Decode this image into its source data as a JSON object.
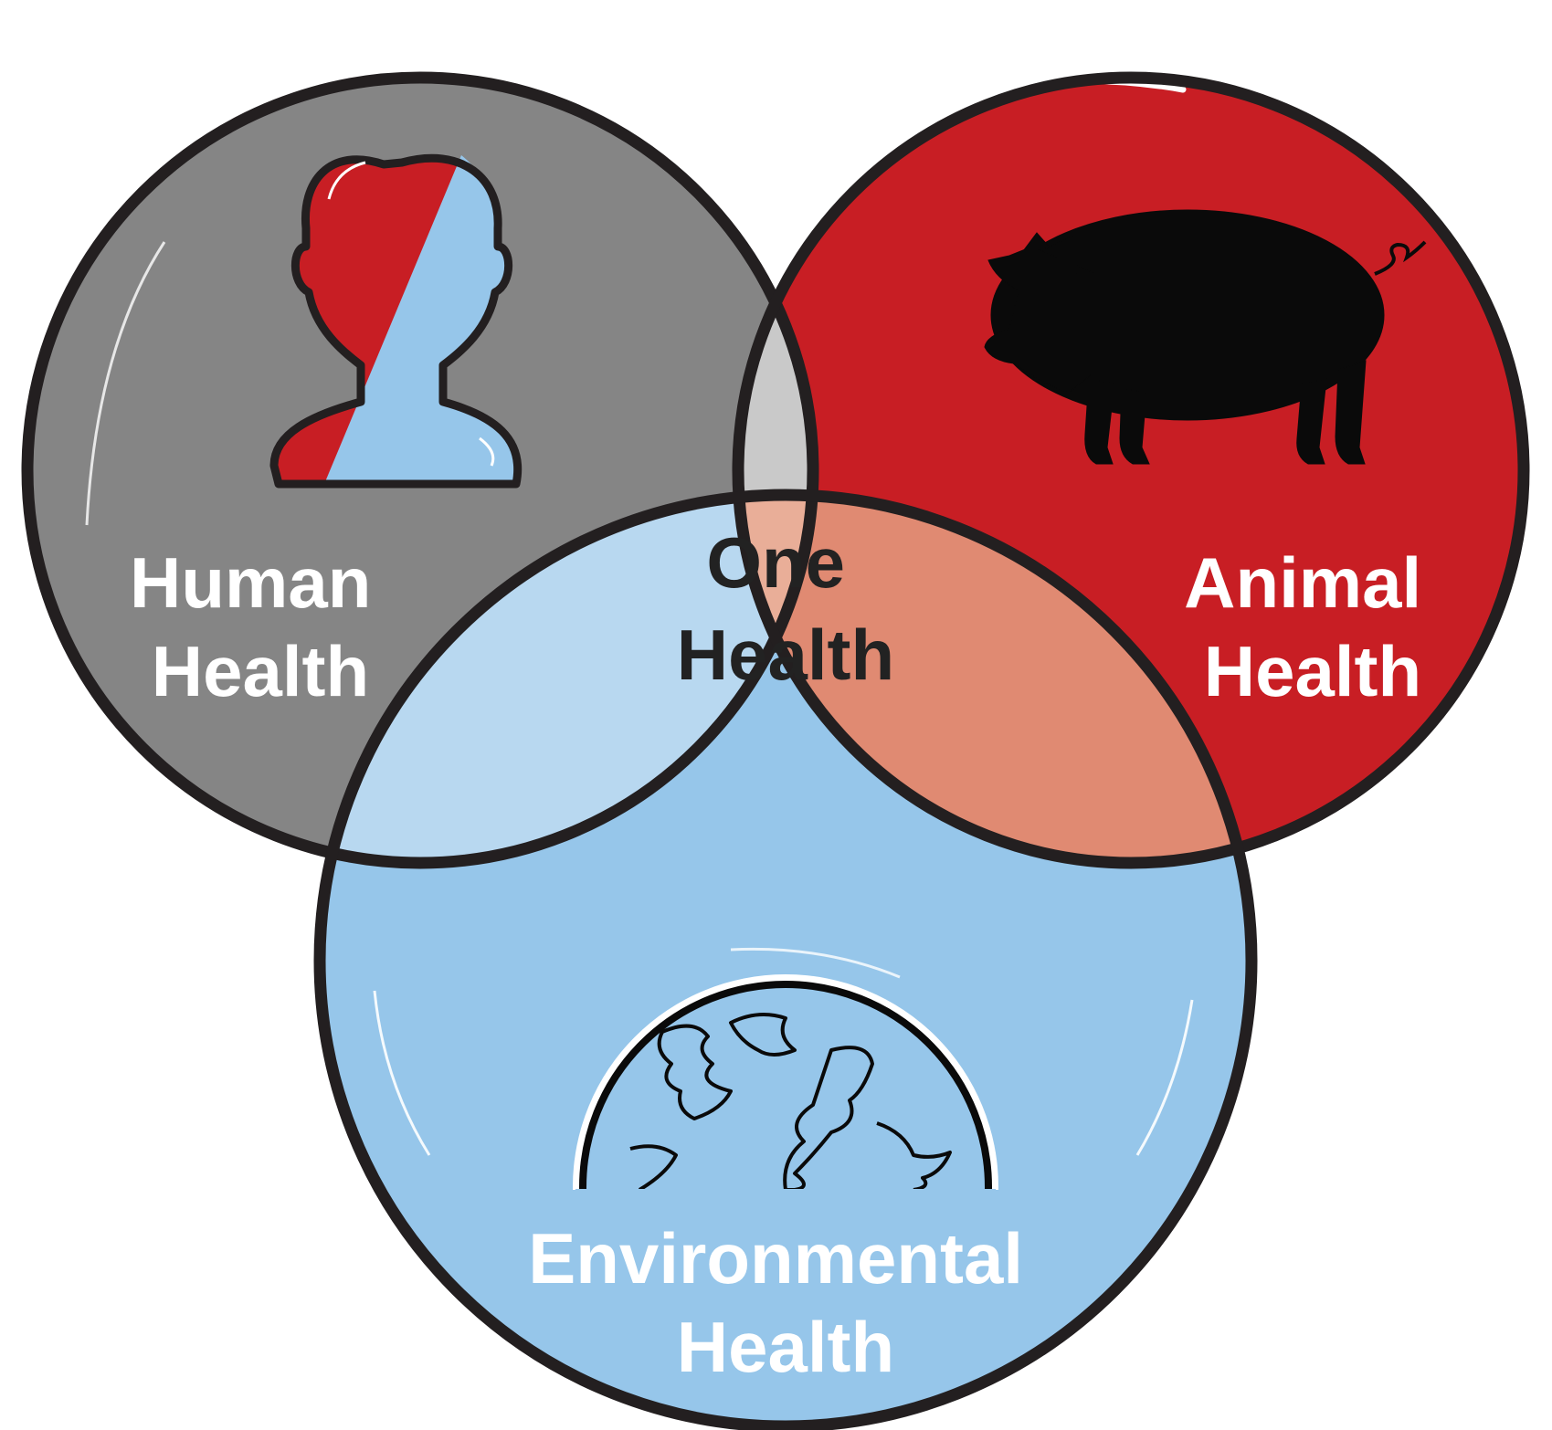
{
  "diagram": {
    "type": "venn",
    "sets": {
      "human": {
        "label_line1": "Human",
        "label_line2": "Health",
        "icon": "human-head-icon",
        "color": "#858585"
      },
      "animal": {
        "label_line1": "Animal",
        "label_line2": "Health",
        "icon": "pig-icon",
        "color": "#c81e24"
      },
      "environment": {
        "label_line1": "Environmental",
        "label_line2": "Health",
        "icon": "globe-icon",
        "color": "#96c6ea"
      }
    },
    "intersections": {
      "human_animal": {
        "color": "#c9c9c9"
      },
      "human_environment": {
        "color": "#b8d8f0"
      },
      "animal_environment": {
        "color": "#e08a72"
      },
      "center": {
        "label_line1": "One",
        "label_line2": "Health",
        "color": "#e9ae98"
      }
    },
    "outline_color": "#231f20"
  }
}
